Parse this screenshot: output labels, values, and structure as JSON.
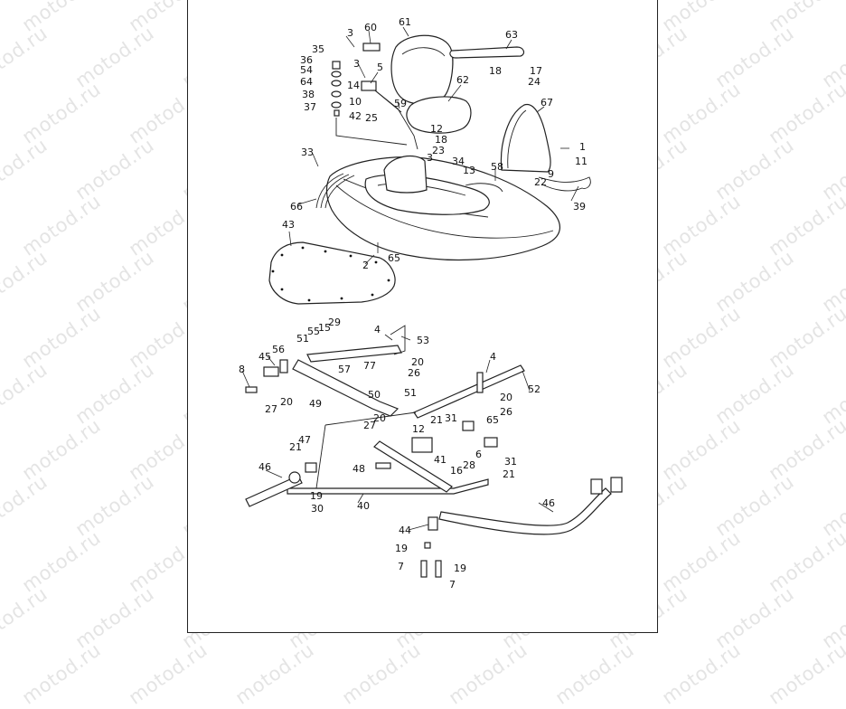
{
  "diagram": {
    "watermark": "motod.ru",
    "callouts": [
      "1",
      "2",
      "3",
      "4",
      "5",
      "6",
      "7",
      "8",
      "9",
      "10",
      "11",
      "12",
      "13",
      "14",
      "15",
      "16",
      "17",
      "18",
      "19",
      "20",
      "21",
      "22",
      "23",
      "24",
      "25",
      "26",
      "27",
      "28",
      "29",
      "30",
      "31",
      "33",
      "34",
      "35",
      "36",
      "37",
      "38",
      "39",
      "40",
      "41",
      "42",
      "43",
      "44",
      "45",
      "46",
      "47",
      "48",
      "49",
      "50",
      "51",
      "52",
      "53",
      "54",
      "55",
      "56",
      "57",
      "58",
      "59",
      "60",
      "61",
      "62",
      "63",
      "64",
      "65",
      "66",
      "67",
      "77"
    ]
  },
  "colors": {
    "line": "#222222",
    "watermark": "#cfcfcf",
    "background": "#ffffff"
  }
}
